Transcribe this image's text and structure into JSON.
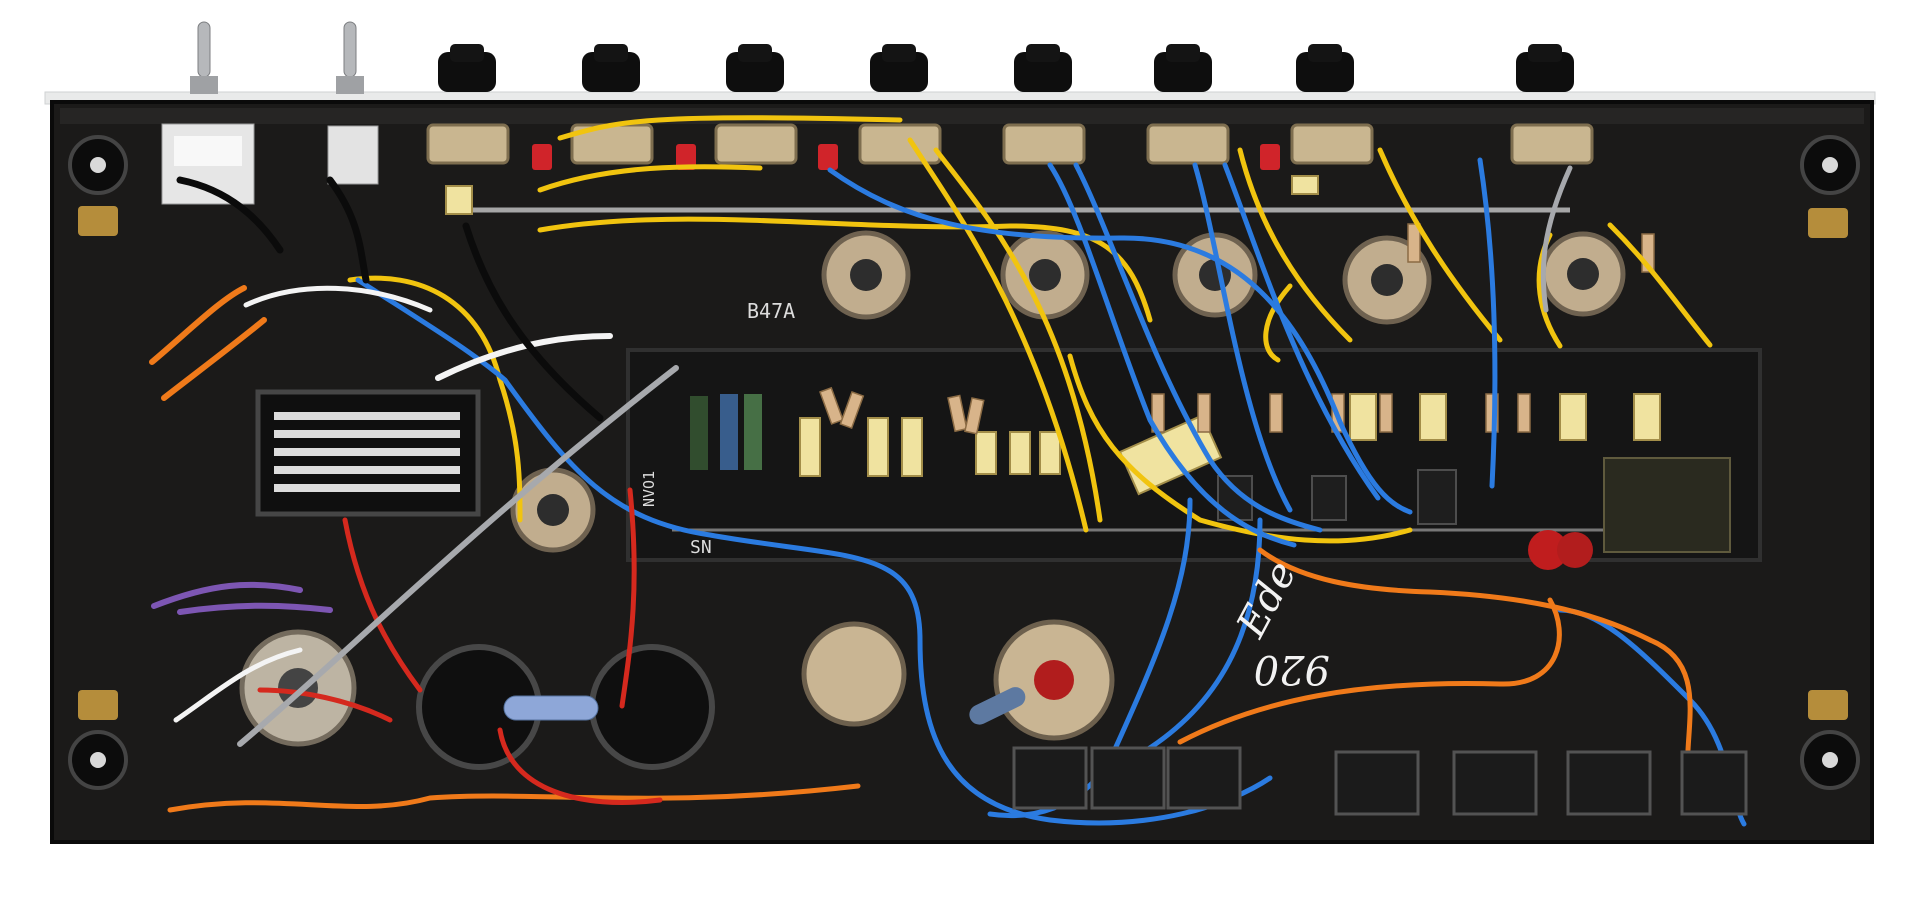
{
  "image": {
    "subject": "tube-amp-chassis"
  },
  "labels": {
    "board_code": "B47A",
    "serial_prefix": "SN",
    "board_model": "NVO1",
    "handwritten_1": "Ede",
    "handwritten_2": "920"
  },
  "colors": {
    "chassis": "#1b1a19",
    "board": "#151515",
    "panel": "#e9eaea",
    "wire_yellow": "#f1c40f",
    "wire_blue": "#2b7be0",
    "wire_orange": "#f07a1a",
    "wire_red": "#d5291e",
    "wire_white": "#f4f4f4",
    "wire_gray": "#a7a9ad",
    "wire_black": "#0b0b0b",
    "wire_purple": "#7d56b3",
    "cap_yellow": "#f0e3a0",
    "resistor_tan": "#d8b48a",
    "relay_blue": "#5d79a1",
    "knob": "#0e0e0e"
  }
}
